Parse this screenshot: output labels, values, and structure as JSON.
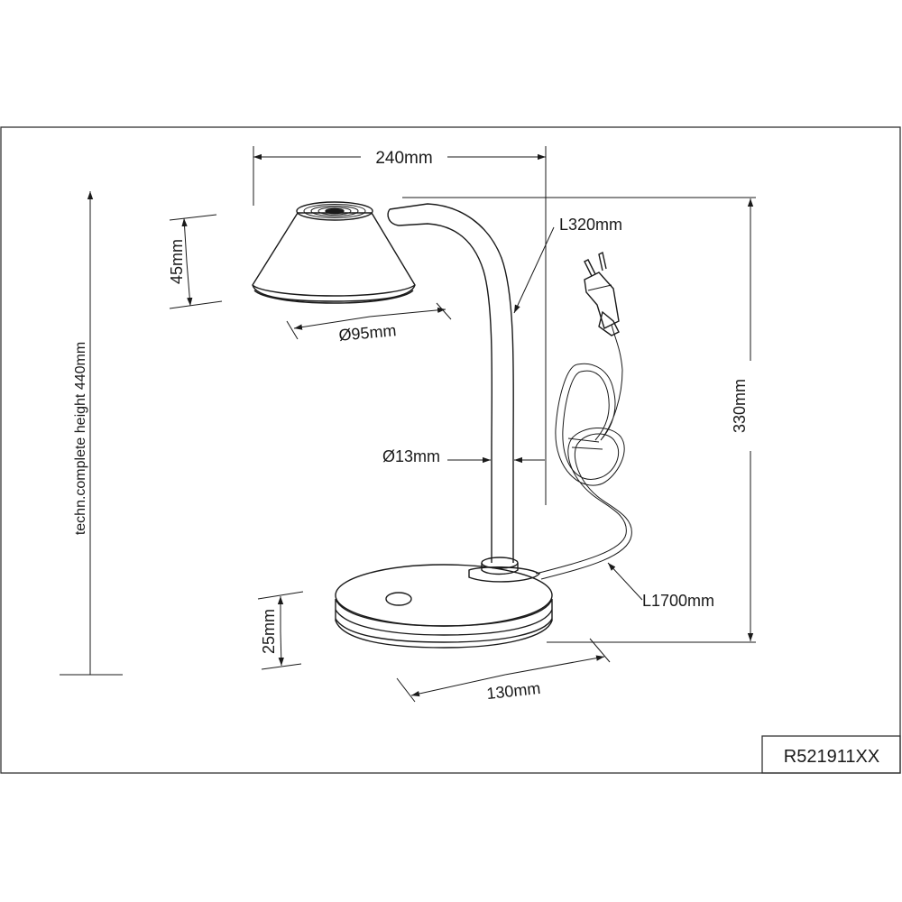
{
  "dimensions": {
    "width_top": "240mm",
    "shade_height": "45mm",
    "shade_diameter": "Ø95mm",
    "arm_length": "L320mm",
    "total_height": "330mm",
    "tube_diameter": "Ø13mm",
    "complete_height": "techn.complete height 440mm",
    "base_height": "25mm",
    "cable_length": "L1700mm",
    "base_diameter": "130mm"
  },
  "title_block": {
    "article_number": "R521911XX"
  }
}
